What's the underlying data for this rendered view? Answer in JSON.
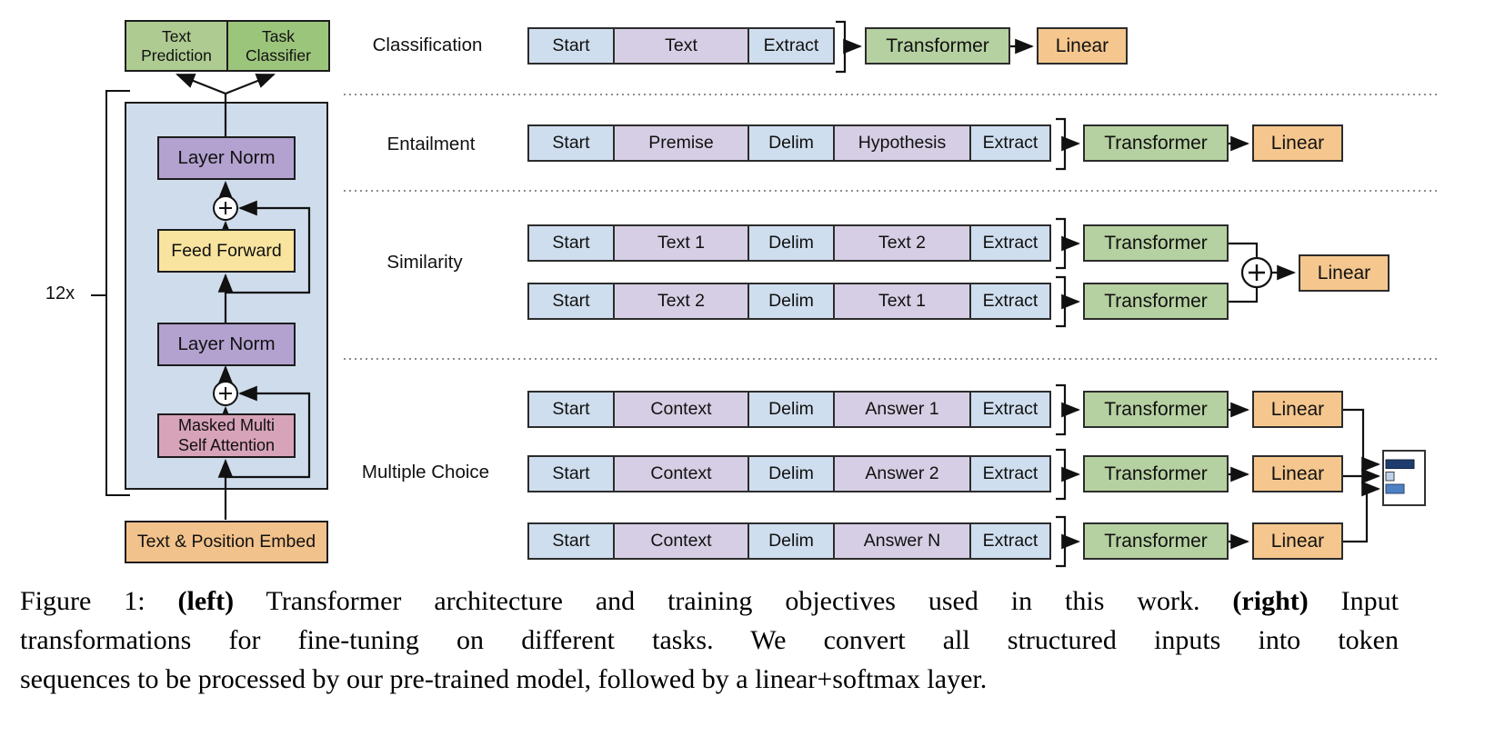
{
  "architecture": {
    "outputs": [
      {
        "label": "Text Prediction"
      },
      {
        "label": "Task Classifier"
      }
    ],
    "repeat_count": "12x",
    "blocks": {
      "layer_norm_top": "Layer Norm",
      "feed_forward": "Feed Forward",
      "layer_norm_bottom": "Layer Norm",
      "masked_line1": "Masked Multi",
      "masked_line2": "Self Attention",
      "embed": "Text & Position Embed"
    }
  },
  "tasks": {
    "classification": {
      "label": "Classification",
      "tokens": [
        "Start",
        "Text",
        "Extract"
      ],
      "transformer": "Transformer",
      "linear": "Linear"
    },
    "entailment": {
      "label": "Entailment",
      "tokens": [
        "Start",
        "Premise",
        "Delim",
        "Hypothesis",
        "Extract"
      ],
      "transformer": "Transformer",
      "linear": "Linear"
    },
    "similarity": {
      "label": "Similarity",
      "strip1": [
        "Start",
        "Text 1",
        "Delim",
        "Text 2",
        "Extract"
      ],
      "strip2": [
        "Start",
        "Text 2",
        "Delim",
        "Text 1",
        "Extract"
      ],
      "transformer1": "Transformer",
      "transformer2": "Transformer",
      "linear": "Linear"
    },
    "multiple_choice": {
      "label": "Multiple Choice",
      "strip1": [
        "Start",
        "Context",
        "Delim",
        "Answer 1",
        "Extract"
      ],
      "strip2": [
        "Start",
        "Context",
        "Delim",
        "Answer 2",
        "Extract"
      ],
      "strip3": [
        "Start",
        "Context",
        "Delim",
        "Answer N",
        "Extract"
      ],
      "transformer": "Transformer",
      "linear": "Linear"
    }
  },
  "caption": {
    "line1_prefix": "Figure 1: ",
    "line1_bold1": "(left)",
    "line1_mid": " Transformer architecture and training objectives used in this work. ",
    "line1_bold2": "(right)",
    "line1_suffix": " Input",
    "line2": "transformations for fine-tuning on different tasks. We convert all structured inputs into token",
    "line3": "sequences to be processed by our pre-trained model, followed by a linear+softmax layer."
  },
  "colors": {
    "token_blue": "#cfdeee",
    "token_purple": "#d6cee4",
    "transformer_green": "#b6d1a1",
    "linear_orange": "#f5c78e",
    "text_prediction_green": "#aecb92",
    "task_classifier_green": "#9cc57c",
    "block_blue": "#cfdcec",
    "layer_norm_purple": "#b3a2d0",
    "feed_forward_yellow": "#f8e49e",
    "attention_pink": "#d7a3b8",
    "embed_orange": "#f2c28c",
    "bar_dark": "#1e3c6e",
    "bar_light": "#bdd3ea",
    "bar_mid": "#4e80c4"
  }
}
